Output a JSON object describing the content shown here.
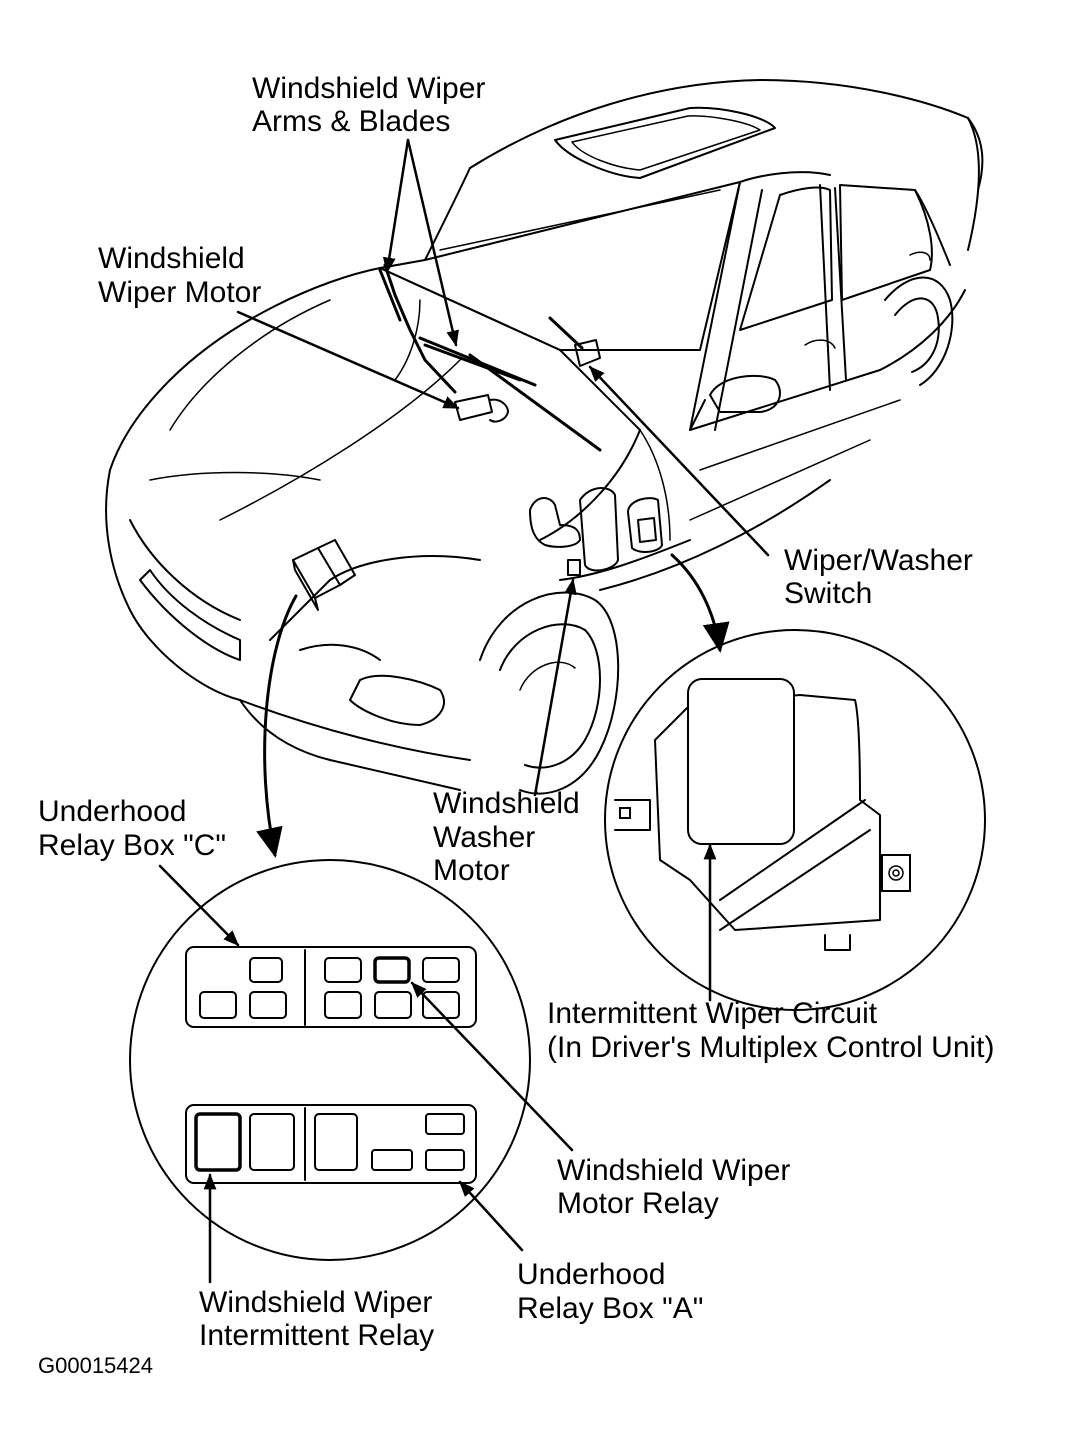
{
  "labels": {
    "arms_blades": [
      "Windshield Wiper",
      "Arms & Blades"
    ],
    "wiper_motor": [
      "Windshield",
      "Wiper Motor"
    ],
    "wiper_washer_switch": [
      "Wiper/Washer",
      "Switch"
    ],
    "washer_motor": [
      "Windshield",
      "Washer",
      "Motor"
    ],
    "relay_box_c": [
      "Underhood",
      "Relay Box \"C\""
    ],
    "intermittent_circuit": [
      "Intermittent Wiper Circuit",
      "(In Driver's Multiplex Control Unit)"
    ],
    "motor_relay": [
      "Windshield Wiper",
      "Motor Relay"
    ],
    "relay_box_a": [
      "Underhood",
      "Relay Box \"A\""
    ],
    "intermittent_relay": [
      "Windshield Wiper",
      "Intermittent Relay"
    ]
  },
  "figure_code": "G00015424"
}
